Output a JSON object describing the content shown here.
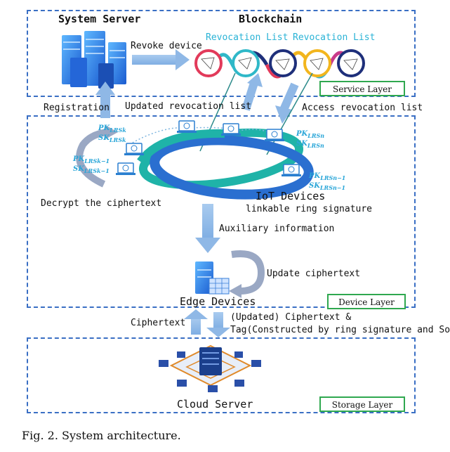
{
  "headings": {
    "system_server": "System Server",
    "blockchain": "Blockchain",
    "revocation_list_1": "Revocation List",
    "revocation_list_2": "Revocation List"
  },
  "layer_tags": {
    "service": "Service Layer",
    "device": "Device Layer",
    "storage": "Storage Layer"
  },
  "flows": {
    "revoke_device": "Revoke device",
    "registration": "Registration",
    "updated_revocation_list": "Updated revocation list",
    "access_revocation_list": "Access revocation list",
    "decrypt_ciphertext": "Decrypt the ciphertext",
    "auxiliary_information": "Auxiliary information",
    "update_ciphertext": "Update ciphertext",
    "ciphertext": "Ciphertext",
    "updated_ciphertext_tag_line1": "(Updated) Ciphertext &",
    "updated_ciphertext_tag_line2": "Tag(Constructed by ring signature and SoK)"
  },
  "nodes": {
    "iot_devices": "IoT Devices",
    "linkable_ring_signature": "linkable ring signature",
    "edge_devices": "Edge Devices",
    "cloud_server": "Cloud Server"
  },
  "keys": {
    "pk_k": {
      "base": "PK",
      "sub": "LRSk"
    },
    "sk_k": {
      "base": "SK",
      "sub": "LRSk"
    },
    "pk_k1": {
      "base": "PK",
      "sub": "LRSk−1"
    },
    "sk_k1": {
      "base": "SK",
      "sub": "LRSk−1"
    },
    "pk_n": {
      "base": "PK",
      "sub": "LRSn"
    },
    "sk_n": {
      "base": "SK",
      "sub": "LRSn"
    },
    "pk_n1": {
      "base": "PK",
      "sub": "LRSn−1"
    },
    "sk_n1": {
      "base": "SK",
      "sub": "LRSn−1"
    }
  },
  "caption": "Fig. 2.    System architecture.",
  "colors": {
    "dashed_border": "#3a6fc4",
    "tag_border": "#2fa84f",
    "arrow": "#8fb8e6",
    "cyan_text": "#2ab3d6",
    "ring_blue": "#2a6fd0",
    "ring_teal": "#1fb3a8"
  },
  "icons": [
    "server-rack-icon",
    "chain-block-icon",
    "laptop-icon",
    "edge-server-icon",
    "cloud-server-icon"
  ]
}
